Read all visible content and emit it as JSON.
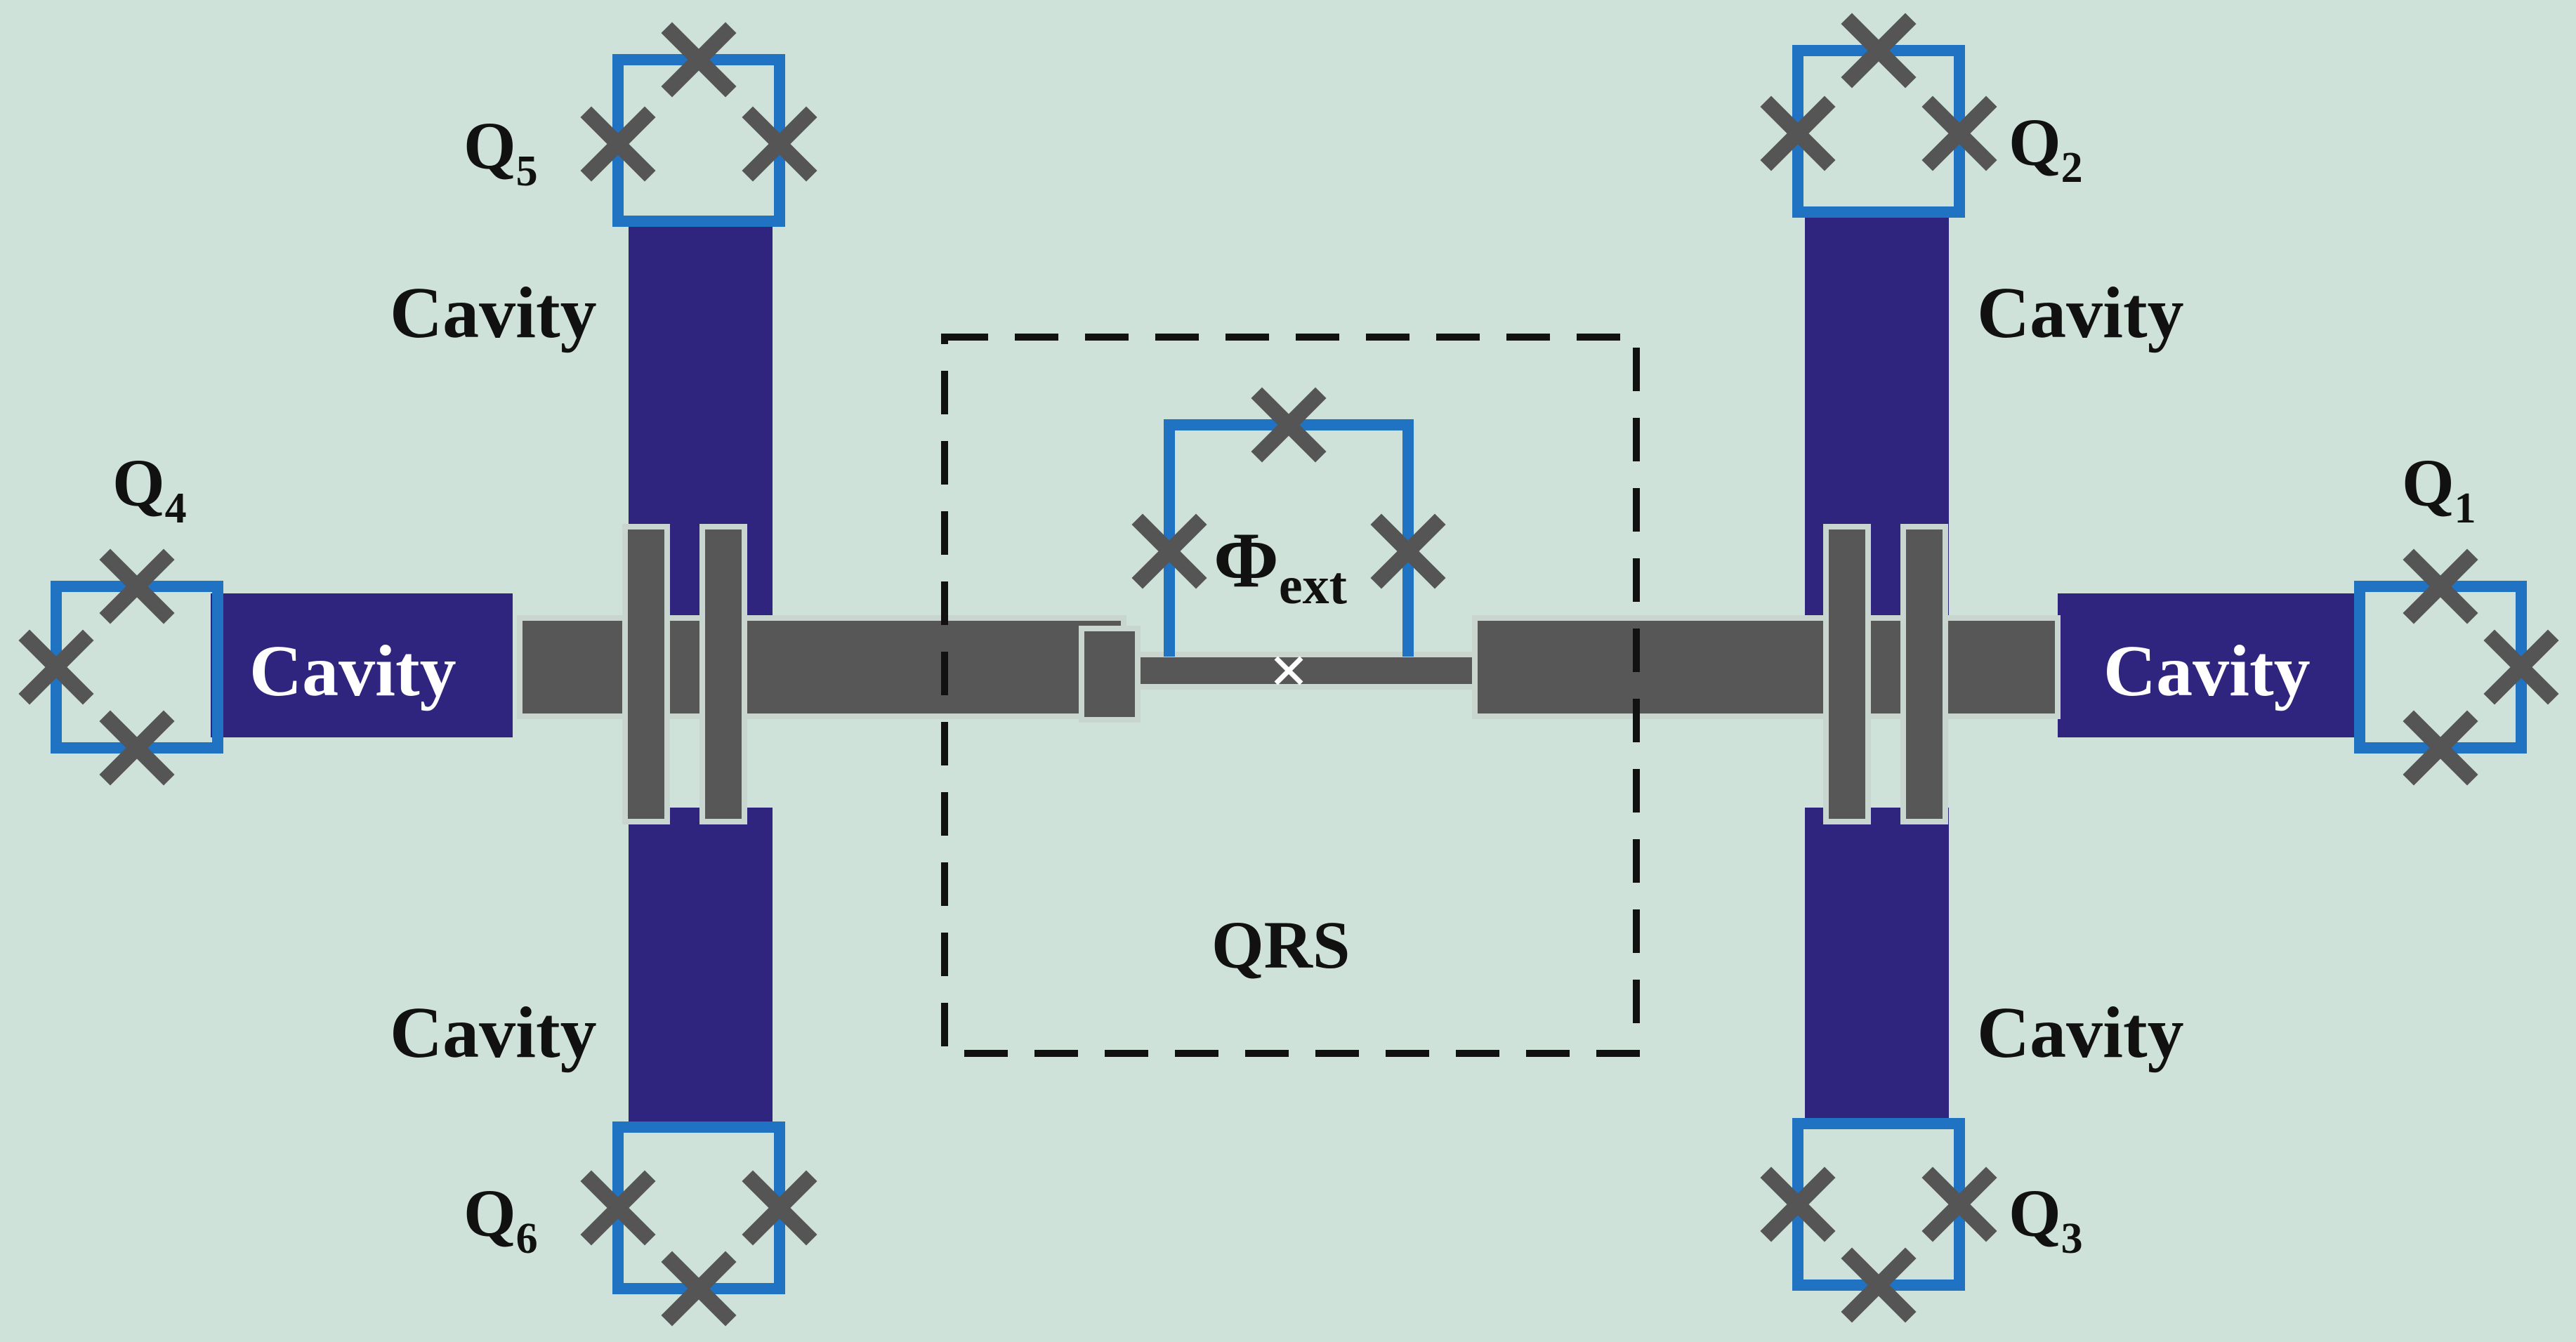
{
  "colors": {
    "background": "#cfe2d9",
    "cavity": "#2f247e",
    "qubit_loop": "#1f73c2",
    "junction": "#555555",
    "coupler": "#575757",
    "coupler_outline": "#c9d6d0",
    "dashed_box": "#111111"
  },
  "qubits": {
    "q1": {
      "letter": "Q",
      "index": "1"
    },
    "q2": {
      "letter": "Q",
      "index": "2"
    },
    "q3": {
      "letter": "Q",
      "index": "3"
    },
    "q4": {
      "letter": "Q",
      "index": "4"
    },
    "q5": {
      "letter": "Q",
      "index": "5"
    },
    "q6": {
      "letter": "Q",
      "index": "6"
    }
  },
  "cavity_label": "Cavity",
  "qrs": {
    "label": "QRS",
    "flux_symbol": "Φ",
    "flux_subscript": "ext"
  },
  "icons": {
    "josephson_junction": "cross-mark-icon"
  }
}
